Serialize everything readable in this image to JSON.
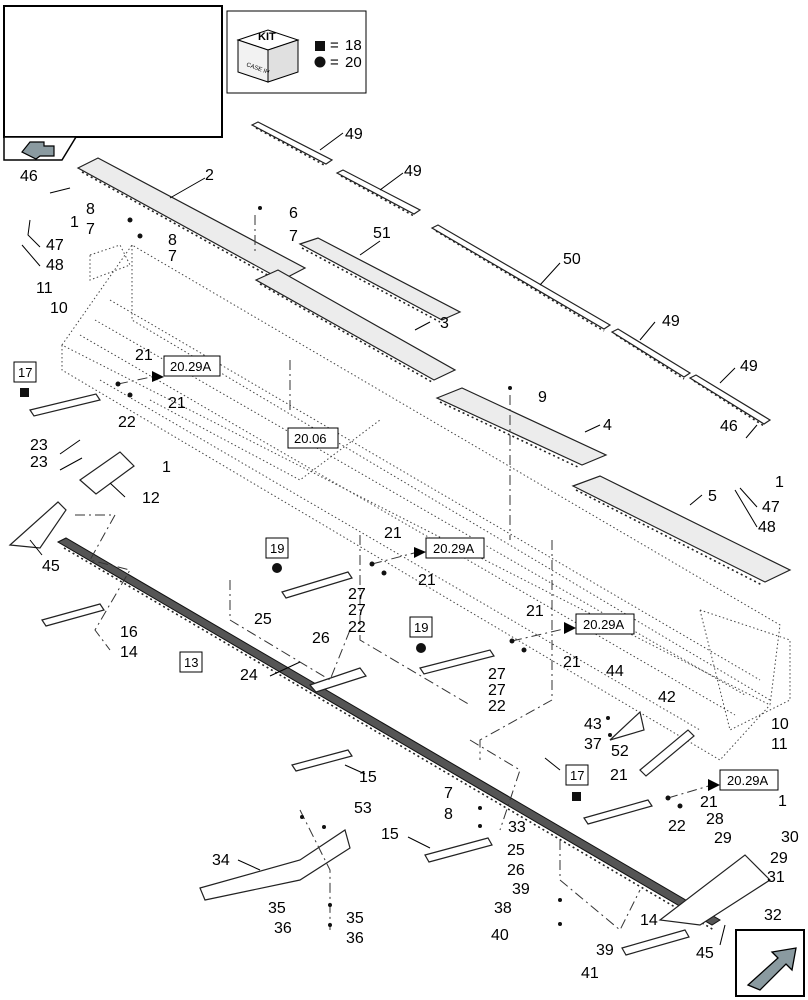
{
  "kit_legend": {
    "kit_label": "KIT",
    "brand_mark": "CASE IH",
    "rows": [
      {
        "icon": "kit-type-a-icon",
        "equals": "=",
        "value": "18"
      },
      {
        "icon": "kit-type-b-icon",
        "equals": "=",
        "value": "20"
      }
    ]
  },
  "nav": {
    "previous_icon": "previous-page-arrow-icon",
    "next_icon": "next-page-arrow-icon"
  },
  "references": {
    "r1": "20.29A",
    "r2": "20.06",
    "r3": "20.29A",
    "r4": "20.29A",
    "r5": "20.29A"
  },
  "boxed_items": {
    "b17a": "17",
    "b19a": "19",
    "b19b": "19",
    "b17b": "17",
    "b13": "13"
  },
  "callouts": {
    "c2": "2",
    "c6": "6",
    "c7a": "7",
    "c7b": "7",
    "c7c": "7",
    "c7d": "7",
    "c8a": "8",
    "c8b": "8",
    "c8c": "8",
    "c1a": "1",
    "c1b": "1",
    "c1c": "1",
    "c1d": "1",
    "c46a": "46",
    "c46b": "46",
    "c47a": "47",
    "c47b": "47",
    "c48a": "48",
    "c48b": "48",
    "c49a": "49",
    "c49b": "49",
    "c49c": "49",
    "c49d": "49",
    "c51": "51",
    "c50": "50",
    "c3": "3",
    "c4": "4",
    "c5": "5",
    "c9": "9",
    "c11a": "11",
    "c11b": "11",
    "c10a": "10",
    "c10b": "10",
    "c21a": "21",
    "c21b": "21",
    "c21c": "21",
    "c21d": "21",
    "c21e": "21",
    "c21f": "21",
    "c21g": "21",
    "c21h": "21",
    "c22a": "22",
    "c22b": "22",
    "c22c": "22",
    "c22d": "22",
    "c23a": "23",
    "c23b": "23",
    "c12": "12",
    "c45a": "45",
    "c45b": "45",
    "c16": "16",
    "c14a": "14",
    "c14b": "14",
    "c25a": "25",
    "c25b": "25",
    "c26a": "26",
    "c26b": "26",
    "c27a": "27",
    "c27b": "27",
    "c27c": "27",
    "c27d": "27",
    "c24": "24",
    "c44": "44",
    "c42": "42",
    "c43": "43",
    "c37": "37",
    "c52": "52",
    "c15a": "15",
    "c15b": "15",
    "c53": "53",
    "c34": "34",
    "c35a": "35",
    "c35b": "35",
    "c36a": "36",
    "c36b": "36",
    "c33": "33",
    "c28": "28",
    "c29a": "29",
    "c29b": "29",
    "c30": "30",
    "c31": "31",
    "c32": "32",
    "c38": "38",
    "c39a": "39",
    "c39b": "39",
    "c40": "40",
    "c41": "41"
  }
}
